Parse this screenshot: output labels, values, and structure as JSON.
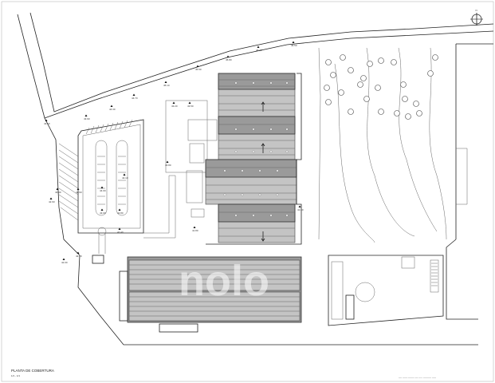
{
  "drawing": {
    "title": "PLANTA DE COBERTURA",
    "scale": "1/1 - 1/1",
    "watermark": "nolo",
    "north_label": "N",
    "footer_note": "---- ------ -------- ---- ----- ---------- -----"
  },
  "level_marks": [
    {
      "id": "m1",
      "text": "46.50"
    },
    {
      "id": "m2",
      "text": "46.20"
    },
    {
      "id": "m3",
      "text": "45.80"
    },
    {
      "id": "m4",
      "text": "45.50"
    },
    {
      "id": "m5",
      "text": "45.10"
    },
    {
      "id": "m6",
      "text": "44.70"
    },
    {
      "id": "m7",
      "text": "44.30"
    },
    {
      "id": "m8",
      "text": "43.90"
    },
    {
      "id": "m9",
      "text": "43.60"
    },
    {
      "id": "m10",
      "text": "43.30"
    },
    {
      "id": "m11",
      "text": "42.90"
    },
    {
      "id": "m12",
      "text": "42.60"
    },
    {
      "id": "m13",
      "text": "44.00"
    },
    {
      "id": "m14",
      "text": "44.10"
    },
    {
      "id": "m15",
      "text": "43.80"
    },
    {
      "id": "m16",
      "text": "43.50"
    },
    {
      "id": "m17",
      "text": "43.20"
    },
    {
      "id": "m18",
      "text": "43.00"
    },
    {
      "id": "m19",
      "text": "42.80"
    },
    {
      "id": "m20",
      "text": "42.40"
    },
    {
      "id": "m21",
      "text": "42.20"
    },
    {
      "id": "m22",
      "text": "42.00"
    },
    {
      "id": "m23",
      "text": "41.80"
    },
    {
      "id": "m24",
      "text": "41.60"
    }
  ]
}
